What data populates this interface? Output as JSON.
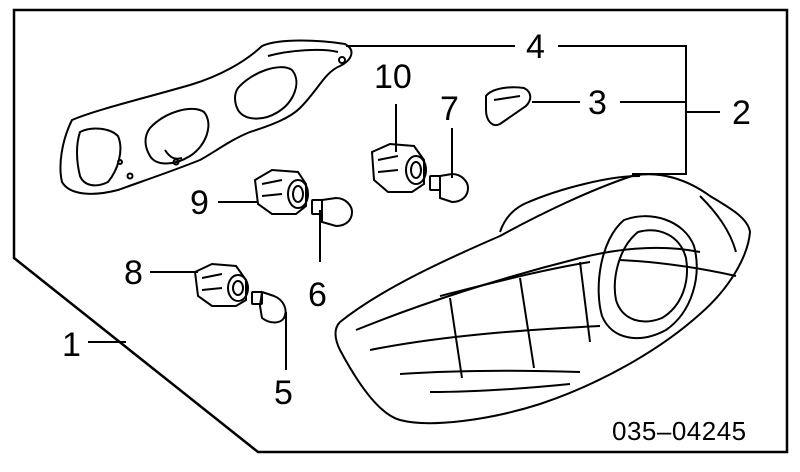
{
  "callouts": {
    "c1": "1",
    "c2": "2",
    "c3": "3",
    "c4": "4",
    "c5": "5",
    "c6": "6",
    "c7": "7",
    "c8": "8",
    "c9": "9",
    "c10": "10"
  },
  "diagram_code": "035–04245",
  "colors": {
    "line": "#000000",
    "background": "#ffffff"
  }
}
